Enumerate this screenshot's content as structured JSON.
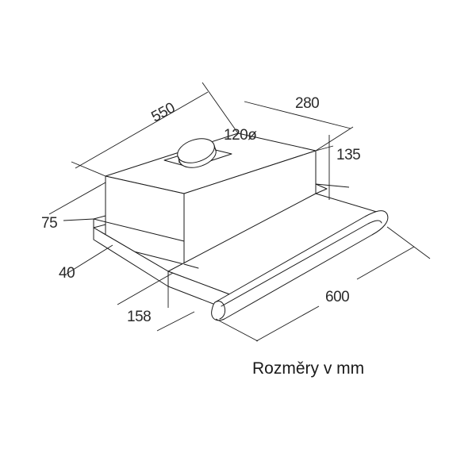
{
  "diagram": {
    "caption": "Rozměry v mm",
    "dimensions": {
      "width": "550",
      "depth": "280",
      "duct_diameter": "120ø",
      "height": "135",
      "side_step": "75",
      "front_thickness": "40",
      "front_depth": "158",
      "extended_width": "600"
    }
  }
}
